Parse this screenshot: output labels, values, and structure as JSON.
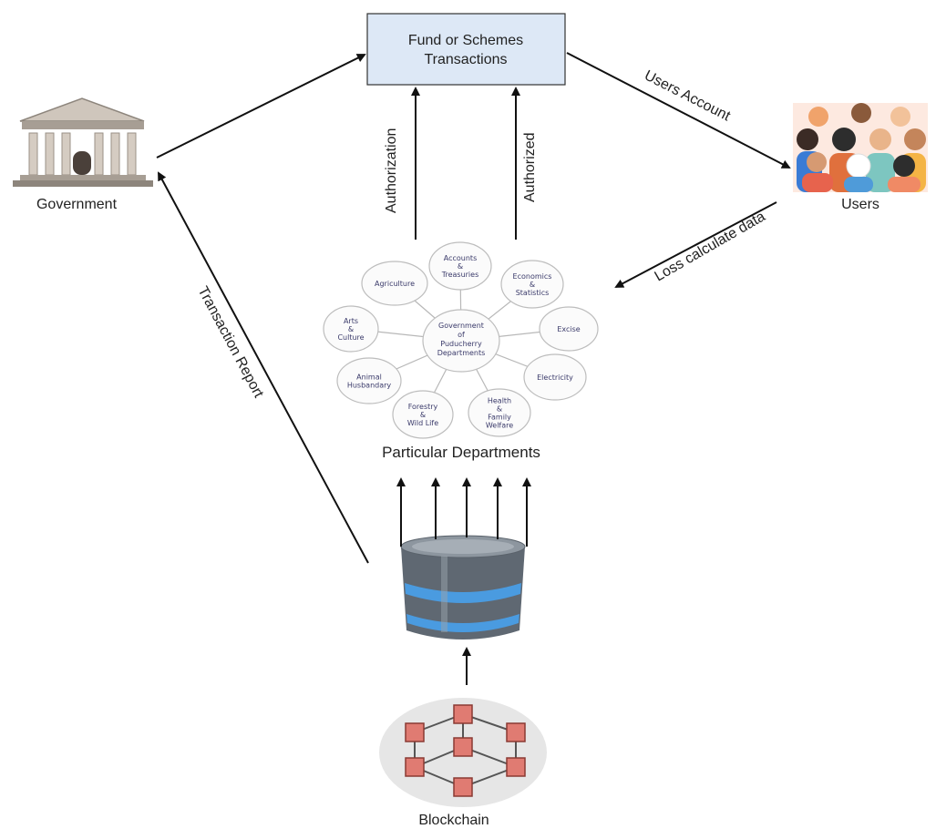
{
  "fund_box": {
    "line1": "Fund or Schemes",
    "line2": "Transactions"
  },
  "government": {
    "label": "Government"
  },
  "users": {
    "label": "Users"
  },
  "departments": {
    "caption": "Particular Departments",
    "center": [
      "Government",
      "of",
      "Puducherry",
      "Departments"
    ],
    "items": [
      {
        "lines": [
          "Accounts",
          "&",
          "Treasuries"
        ]
      },
      {
        "lines": [
          "Economics",
          "&",
          "Statistics"
        ]
      },
      {
        "lines": [
          "Excise"
        ]
      },
      {
        "lines": [
          "Electricity"
        ]
      },
      {
        "lines": [
          "Health",
          "&",
          "Family",
          "Welfare"
        ]
      },
      {
        "lines": [
          "Forestry",
          "&",
          "Wild Life"
        ]
      },
      {
        "lines": [
          "Animal",
          "Husbandary"
        ]
      },
      {
        "lines": [
          "Arts",
          "&",
          "Culture"
        ]
      },
      {
        "lines": [
          "Agriculture"
        ]
      }
    ]
  },
  "blockchain": {
    "label": "Blockchain"
  },
  "edges": {
    "authorization": "Authorization",
    "authorized": "Authorized",
    "users_account": "Users Account",
    "loss_calculate": "Loss calculate data",
    "transaction_report": "Transaction Report"
  },
  "colors": {
    "box_fill": "#dde8f6",
    "building": "#b9b1a8",
    "database": "#6b747e",
    "database_band": "#4a9be0",
    "blockchain_node": "#e07b72"
  }
}
